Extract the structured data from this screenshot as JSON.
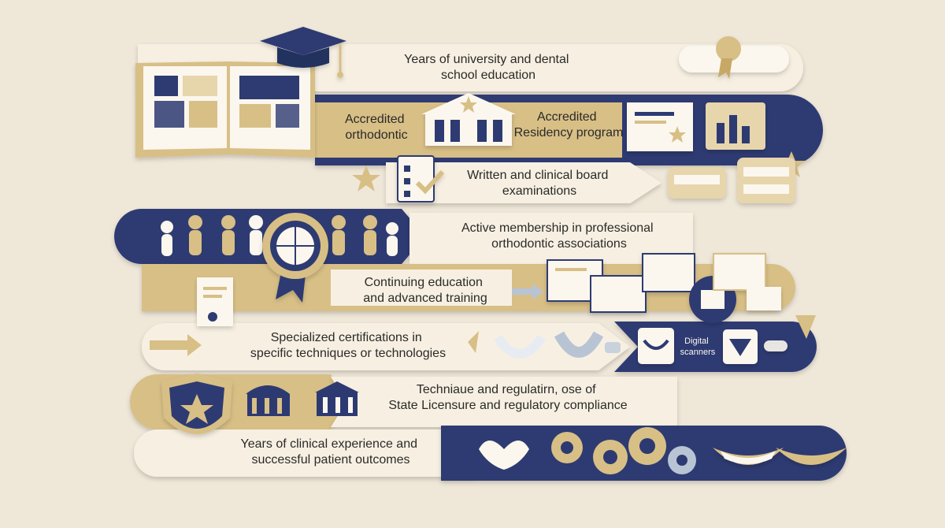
{
  "steps": [
    {
      "lines": [
        "Years of university and dental",
        "school education"
      ]
    },
    {
      "lines": [
        "Accredited",
        "orthodontic"
      ]
    },
    {
      "lines": [
        "Accredited",
        "Residency program"
      ]
    },
    {
      "lines": [
        "Written and clinical board",
        "examinations"
      ]
    },
    {
      "lines": [
        "Active membership in professional",
        "orthodontic associations"
      ]
    },
    {
      "lines": [
        "Continuing education",
        "and advanced training"
      ]
    },
    {
      "lines": [
        "Specialized certifications in",
        "specific techniques or technologies"
      ]
    },
    {
      "lines": [
        "Digital",
        "scanners"
      ]
    },
    {
      "lines": [
        "Techniaue and regulatirn, ose of",
        "State Licensure and regulatory compliance"
      ]
    },
    {
      "lines": [
        "Years of clinical experience and",
        "successful patient outcomes"
      ]
    }
  ],
  "colors": {
    "background": "#efe7d8",
    "navy": "#2d3a72",
    "gold": "#d8bf86",
    "cream": "#f7f0e2",
    "text": "#2a2a2a"
  },
  "icons": [
    "open-book-icon",
    "graduation-cap-icon",
    "diploma-scroll-icon",
    "university-building-icon",
    "certificate-icon",
    "folder-chart-icon",
    "checklist-clipboard-icon",
    "teeth-model-icon",
    "people-chain-icon",
    "association-seal-icon",
    "document-stack-icon",
    "aligner-icon",
    "digital-scanner-icon",
    "shield-star-icon",
    "capitol-building-icon",
    "gears-icon",
    "smile-icon"
  ]
}
